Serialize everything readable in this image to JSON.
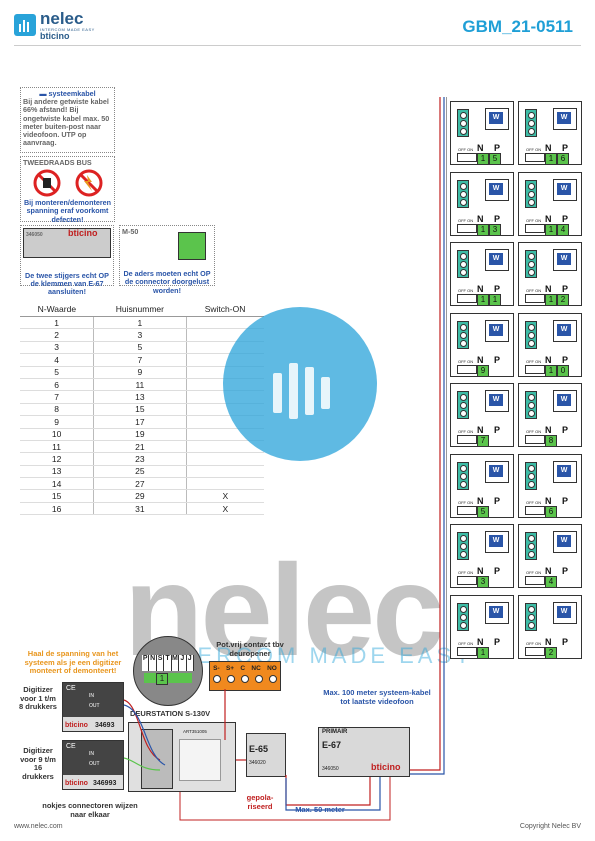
{
  "header": {
    "brand": "nelec",
    "brand_sub": "INTERCOM MADE EASY",
    "brand_partner": "bticino",
    "doc_id": "GBM_21-0511"
  },
  "notes": {
    "cable_legend": "systeemkabel",
    "cable_text": "Bij andere getwiste kabel 66% afstand! Bij ongetwiste kabel max. 50 meter buiten-post naar videofoon. UTP op aanvraag.",
    "bus_title": "TWEEDRAADS BUS",
    "bus_warning": "Bij monteren/demonteren spanning eraf voorkomt defecten!",
    "e67_part": "346050",
    "e67_brand": "bticino",
    "e67_text": "De twee stijgers echt OP de klemmen van E-67 aansluiten!",
    "m50_title": "M-50",
    "m50_text": "De aders moeten echt OP de connector doorgelust worden!"
  },
  "table": {
    "headers": [
      "N-Waarde",
      "Huisnummer",
      "Switch-ON"
    ],
    "rows": [
      [
        "1",
        "1",
        ""
      ],
      [
        "2",
        "3",
        ""
      ],
      [
        "3",
        "5",
        ""
      ],
      [
        "4",
        "7",
        ""
      ],
      [
        "5",
        "9",
        ""
      ],
      [
        "6",
        "11",
        ""
      ],
      [
        "7",
        "13",
        ""
      ],
      [
        "8",
        "15",
        ""
      ],
      [
        "9",
        "17",
        ""
      ],
      [
        "10",
        "19",
        ""
      ],
      [
        "11",
        "21",
        ""
      ],
      [
        "12",
        "23",
        ""
      ],
      [
        "13",
        "25",
        ""
      ],
      [
        "14",
        "27",
        ""
      ],
      [
        "15",
        "29",
        "X"
      ],
      [
        "16",
        "31",
        "X"
      ]
    ]
  },
  "riser": {
    "np_label_n": "N",
    "np_label_p": "P",
    "switch_label": "OFF ON",
    "screen_label": "W",
    "units": [
      {
        "col": 0,
        "row": 0,
        "digits": [
          "1",
          "5"
        ]
      },
      {
        "col": 1,
        "row": 0,
        "digits": [
          "1",
          "6"
        ]
      },
      {
        "col": 0,
        "row": 1,
        "digits": [
          "1",
          "3"
        ]
      },
      {
        "col": 1,
        "row": 1,
        "digits": [
          "1",
          "4"
        ]
      },
      {
        "col": 0,
        "row": 2,
        "digits": [
          "1",
          "1"
        ]
      },
      {
        "col": 1,
        "row": 2,
        "digits": [
          "1",
          "2"
        ]
      },
      {
        "col": 0,
        "row": 3,
        "digits": [
          "9"
        ]
      },
      {
        "col": 1,
        "row": 3,
        "digits": [
          "1",
          "0"
        ]
      },
      {
        "col": 0,
        "row": 4,
        "digits": [
          "7"
        ]
      },
      {
        "col": 1,
        "row": 4,
        "digits": [
          "8"
        ]
      },
      {
        "col": 0,
        "row": 5,
        "digits": [
          "5"
        ]
      },
      {
        "col": 1,
        "row": 5,
        "digits": [
          "6"
        ]
      },
      {
        "col": 0,
        "row": 6,
        "digits": [
          "3"
        ]
      },
      {
        "col": 1,
        "row": 6,
        "digits": [
          "4"
        ]
      },
      {
        "col": 0,
        "row": 7,
        "digits": [
          "1"
        ]
      },
      {
        "col": 1,
        "row": 7,
        "digits": [
          "2"
        ]
      }
    ]
  },
  "bottom": {
    "digitizer_note": "Haal de spanning van het systeem als je een digitizer monteert of demonteert!",
    "digitizer1": "Digitizer voor 1 t/m 8 drukkers",
    "digitizer2": "Digitizer voor 9 t/m 16 drukkers",
    "digitizer_part1": "34693",
    "digitizer_part2": "346993",
    "in_label": "IN",
    "out_label": "OUT",
    "connector_note": "nokjes connectoren wijzen naar elkaar",
    "pnstm_labels": [
      "P",
      "N",
      "S",
      "T",
      "M",
      "J",
      "J"
    ],
    "pnstm_digit": "1",
    "door_station": "DEURSTATION S-130V",
    "door_part": "ART351005",
    "relay_title": "Pot.vrij contact tbv deuropener",
    "relay_pins": [
      "S-",
      "S+",
      "C",
      "NC",
      "NO"
    ],
    "e65": "E-65",
    "e65_part": "346020",
    "polarity": "gepola-riseerd",
    "e67": "E-67",
    "e67_primair": "PRIMAIR",
    "e67_part": "346050",
    "e67_brand": "bticino",
    "max100": "Max. 100 meter systeem-kabel tot laatste videofoon",
    "max50": "Max. 50 meter"
  },
  "footer": {
    "left": "www.nelec.com",
    "right": "Copyright Nelec BV"
  },
  "colors": {
    "accent": "#1f9fd6",
    "green": "#3dbca6",
    "orange": "#e8961e",
    "blue": "#2a55a8"
  }
}
